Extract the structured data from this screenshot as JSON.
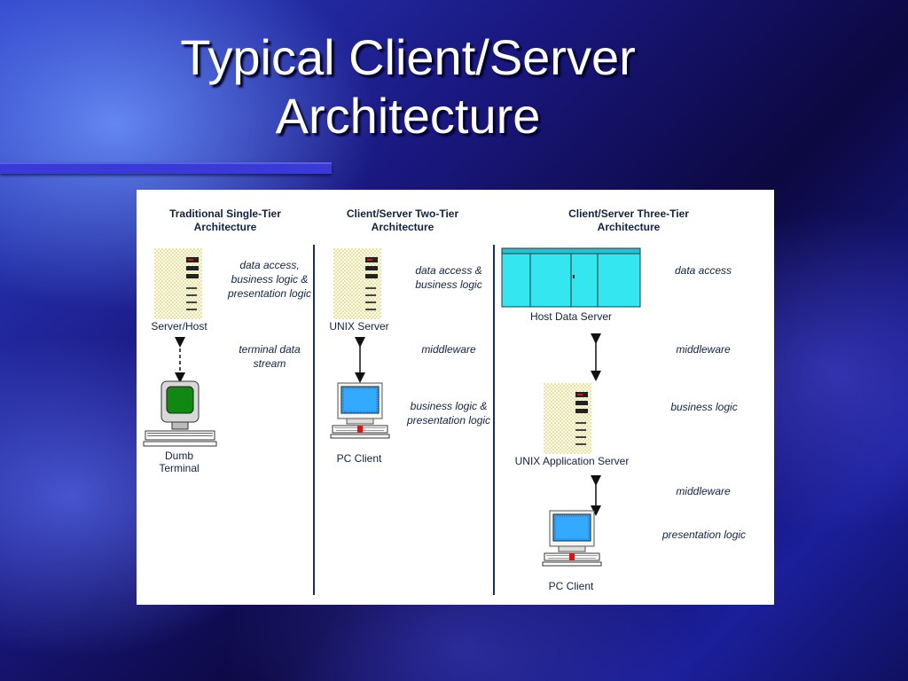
{
  "slide": {
    "title_line1": "Typical Client/Server",
    "title_line2": "Architecture"
  },
  "diagram": {
    "columns": [
      {
        "heading_line1": "Traditional Single-Tier",
        "heading_line2": "Architecture",
        "nodes": [
          "Server/Host",
          "Dumb",
          "Terminal"
        ],
        "notes": [
          "data access, business logic & presentation logic",
          "terminal data stream"
        ]
      },
      {
        "heading_line1": "Client/Server Two-Tier",
        "heading_line2": "Architecture",
        "nodes": [
          "UNIX Server",
          "PC Client"
        ],
        "notes": [
          "data access & business logic",
          "middleware",
          "business logic & presentation logic"
        ]
      },
      {
        "heading_line1": "Client/Server Three-Tier",
        "heading_line2": "Architecture",
        "nodes": [
          "Host Data Server",
          "UNIX Application Server",
          "PC Client"
        ],
        "notes": [
          "data access",
          "middleware",
          "business logic",
          "middleware",
          "presentation logic"
        ]
      }
    ],
    "icons": [
      "server-tower-icon",
      "dumb-terminal-icon",
      "pc-client-icon",
      "mainframe-icon"
    ],
    "colors": {
      "text": "#112244",
      "screen_blue": "#33aaff",
      "screen_green": "#118811",
      "mainframe": "#33e6f0"
    }
  }
}
